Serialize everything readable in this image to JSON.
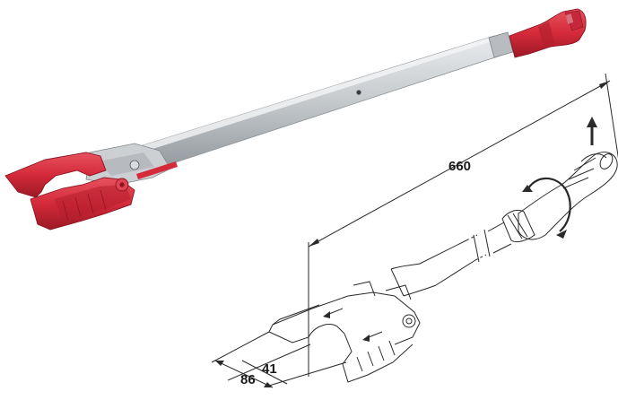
{
  "dimensions": {
    "overall_length": "660",
    "outer_width": "86",
    "inner_width": "41"
  },
  "colors": {
    "red_handle": "#d42a3a",
    "red_dark": "#a81c2a",
    "shaft_silver": "#c9cccf",
    "shaft_shadow": "#9aa0a5",
    "drawing_line": "#2a2a2a"
  },
  "icons": {
    "lift_arrow": "arrow-up-icon",
    "rotation": "rotate-arrow-icon"
  }
}
